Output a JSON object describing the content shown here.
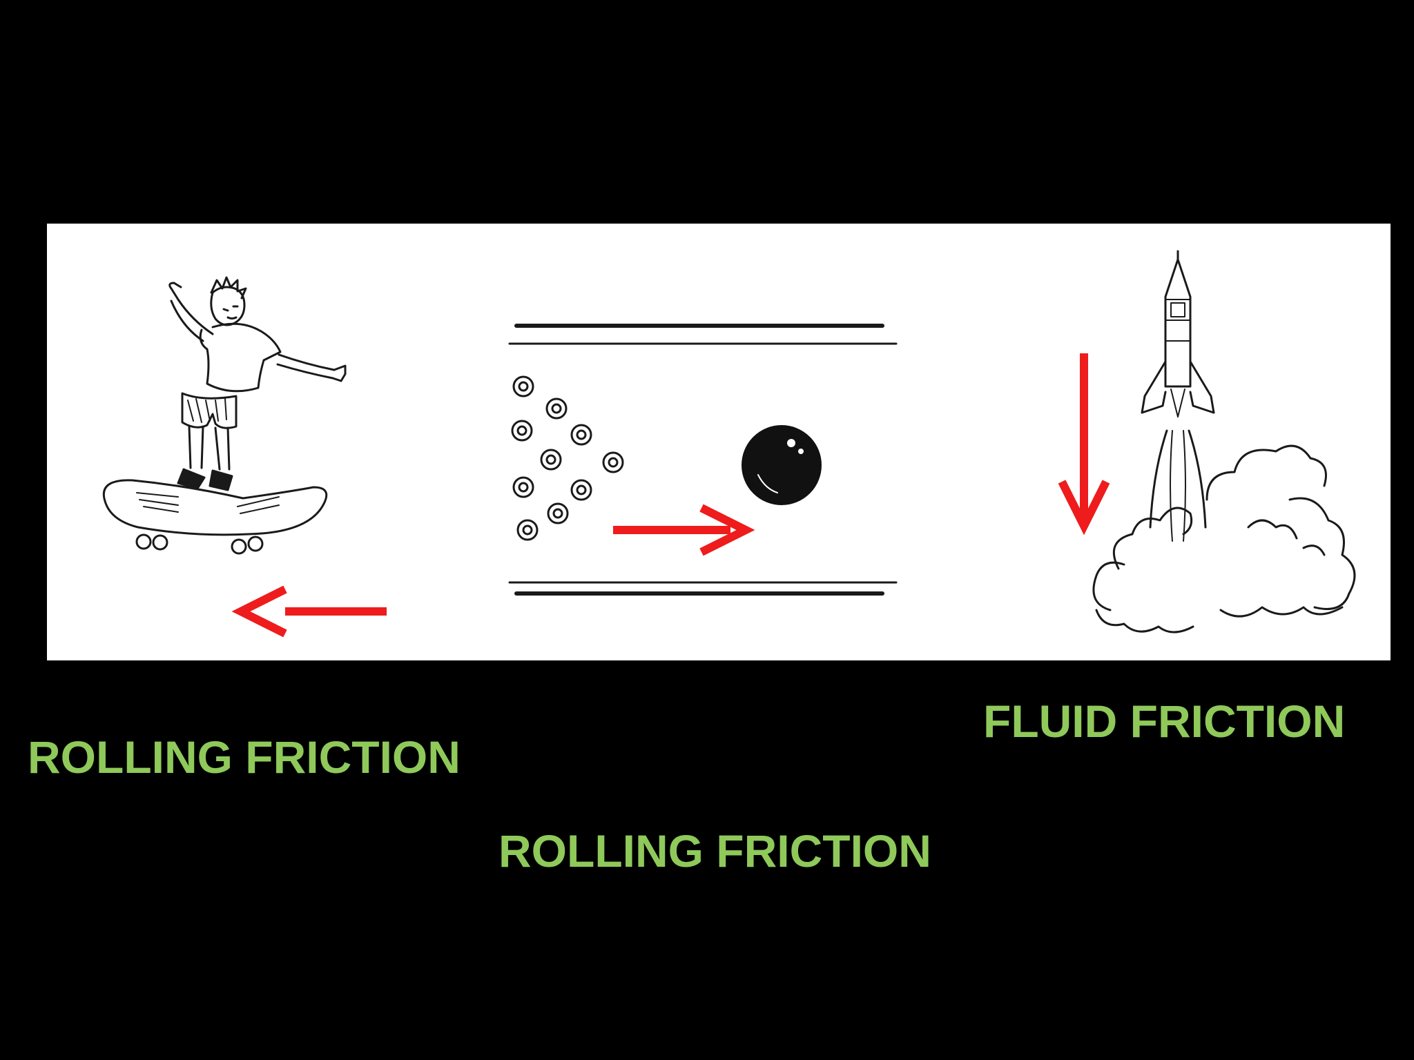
{
  "colors": {
    "background": "#000000",
    "panel": "#ffffff",
    "label": "#8fc95a",
    "arrow": "#ee1c1c",
    "ink": "#1a1a1a"
  },
  "labels": {
    "skateboard": "ROLLING FRICTION",
    "bowling": "ROLLING FRICTION",
    "rocket": "FLUID FRICTION"
  },
  "illustrations": [
    {
      "name": "skateboarder-illustration",
      "arrow_direction": "left"
    },
    {
      "name": "bowling-illustration",
      "arrow_direction": "right"
    },
    {
      "name": "rocket-illustration",
      "arrow_direction": "down"
    }
  ]
}
